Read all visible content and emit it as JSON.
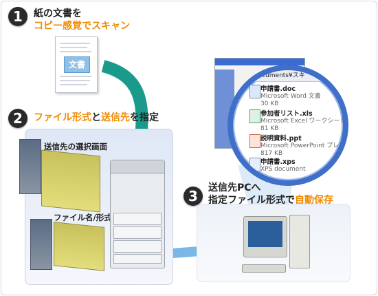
{
  "step1": {
    "number": "1",
    "line1": "紙の文書を",
    "line2": "コピー感覚でスキャン"
  },
  "step2": {
    "number": "2",
    "part_a": "ファイル形式",
    "part_b": "と",
    "part_c": "送信先",
    "part_d": "を指定"
  },
  "step3": {
    "number": "3",
    "line1": "送信先PCへ",
    "line2_a": "指定ファイル形式で",
    "line2_b": "自動保存"
  },
  "document": {
    "label": "文書"
  },
  "panel2": {
    "screen1": "送信先の選択画面",
    "screen2": "ファイル名/形式の選択画面"
  },
  "explorer": {
    "path": "¥My Documents¥スキ"
  },
  "files": [
    {
      "name": "申請書.doc",
      "type": "Microsoft Word 文書",
      "size": "30 KB",
      "icon": "word-icon"
    },
    {
      "name": "参加者リスト.xls",
      "type": "Microsoft Excel ワークシート",
      "size": "81 KB",
      "icon": "excel-icon"
    },
    {
      "name": "説明資料.ppt",
      "type": "Microsoft PowerPoint プレ",
      "size": "817 KB",
      "icon": "powerpoint-icon"
    },
    {
      "name": "申請書.xps",
      "type": "XPS document",
      "size": "",
      "icon": "xps-icon"
    }
  ],
  "colors": {
    "accent_orange": "#f08a00",
    "arrow_teal": "#1a9a8a",
    "magnifier_blue": "#3f6fc9"
  }
}
